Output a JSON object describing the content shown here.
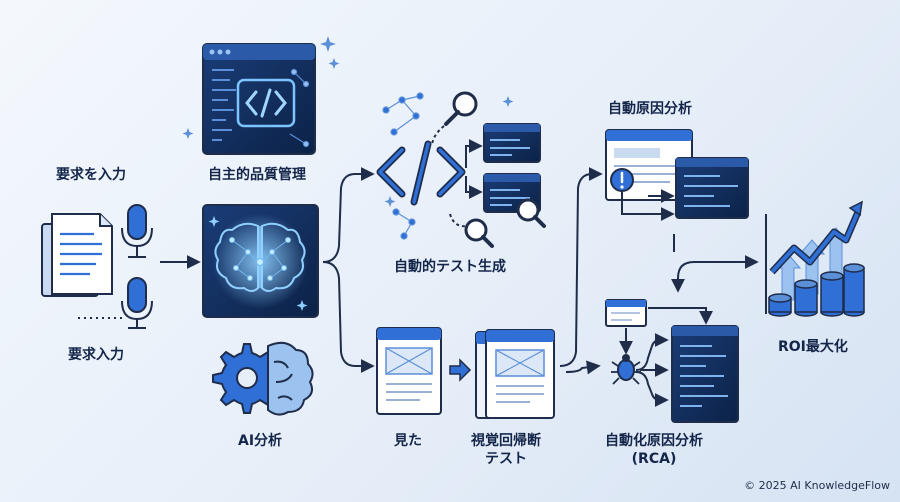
{
  "labels": {
    "requirement_input": "要求を入力",
    "voice_input": "要求入力",
    "autonomous_quality": "自主的品質管理",
    "ai_analysis": "AI分析",
    "auto_test_generation": "自動的テスト生成",
    "seen": "見た",
    "visual_regression_line1": "視覚回帰断",
    "visual_regression_line2": "テスト",
    "auto_root_cause": "自動原因分析",
    "auto_rca_line1": "自動化原因分析",
    "auto_rca_line2": "(RCA)",
    "roi_max": "ROI最大化"
  },
  "footer": {
    "copyright": "© 2025 AI KnowledgeFlow"
  },
  "icons": {
    "code_window": "code-window-icon",
    "ai_brain": "ai-brain-icon",
    "gear_brain": "gear-brain-icon",
    "code_brackets": "code-brackets-icon",
    "magnifier": "magnifier-icon",
    "bug": "bug-icon",
    "alert": "alert-icon",
    "growth_chart": "growth-chart-icon",
    "document": "document-icon",
    "microphone": "microphone-icon",
    "sparkle": "sparkle-icon"
  },
  "colors": {
    "navy": "#14254a",
    "dark_panel": "#0f2a55",
    "accent_blue": "#2f6fd6",
    "light_blue": "#9cc3f0",
    "arrow": "#1f2d4a"
  }
}
